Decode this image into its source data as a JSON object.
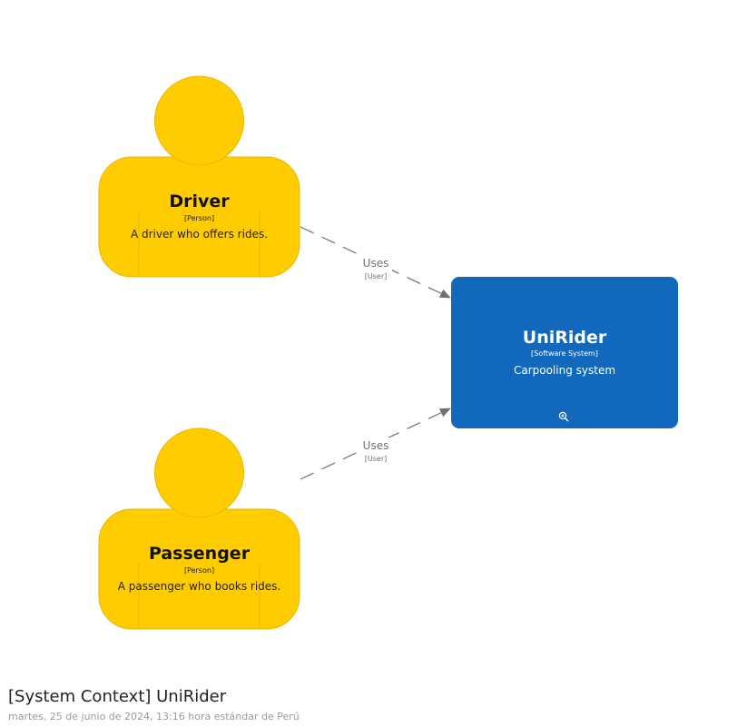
{
  "diagram": {
    "elements": {
      "driver": {
        "name": "Driver",
        "type": "[Person]",
        "description": "A driver who offers rides."
      },
      "passenger": {
        "name": "Passenger",
        "type": "[Person]",
        "description": "A passenger who books rides."
      },
      "system": {
        "name": "UniRider",
        "type": "[Software System]",
        "description": "Carpooling system",
        "zoom_icon": "zoom-in-icon"
      }
    },
    "relationships": [
      {
        "from": "Driver",
        "to": "UniRider",
        "label": "Uses",
        "technology": "[User]"
      },
      {
        "from": "Passenger",
        "to": "UniRider",
        "label": "Uses",
        "technology": "[User]"
      }
    ]
  },
  "footer": {
    "title": "[System Context] UniRider",
    "subtitle": "martes, 25 de junio de 2024, 13:16 hora estándar de Perú"
  },
  "colors": {
    "person_fill": "#FFCC00",
    "person_stroke": "#E6B800",
    "system_fill": "#1168BD",
    "relationship": "#707070"
  }
}
